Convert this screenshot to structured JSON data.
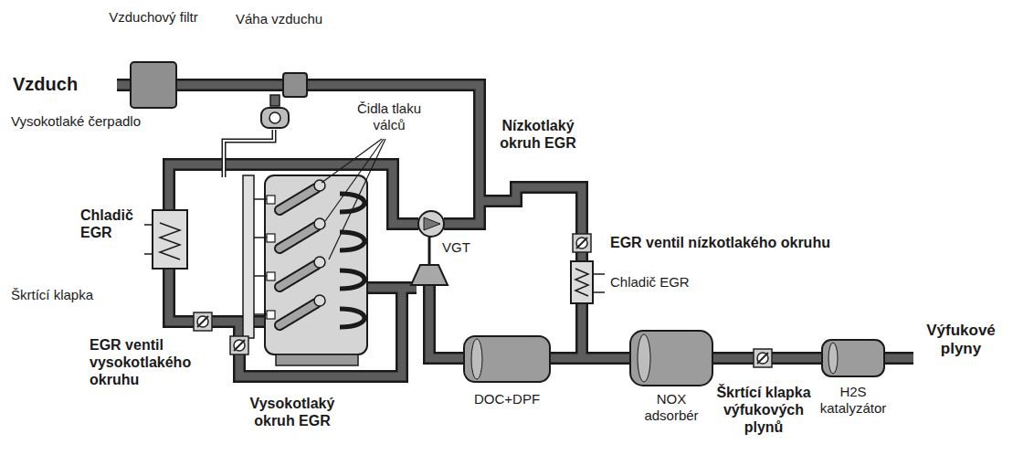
{
  "diagram": {
    "labels": [
      "Vzduchový filtr",
      "Váha vzduchu",
      "Vzduch",
      "Vysokotlaké čerpadlo",
      "Čidla tlaku válců",
      "Nízkotlaký okruh EGR",
      "Chladič EGR",
      "EGR ventil nízkotlakého okruhu",
      "Chladič EGR",
      "VGT",
      "Škrtící klapka",
      "EGR ventil vysokotlakého okruhu",
      "Vysokotlaký okruh EGR",
      "DOC+DPF",
      "NOX adsorbér",
      "Škrtící klapka výfukových plynů",
      "H2S katalyzátor",
      "Výfukové plyny"
    ]
  }
}
